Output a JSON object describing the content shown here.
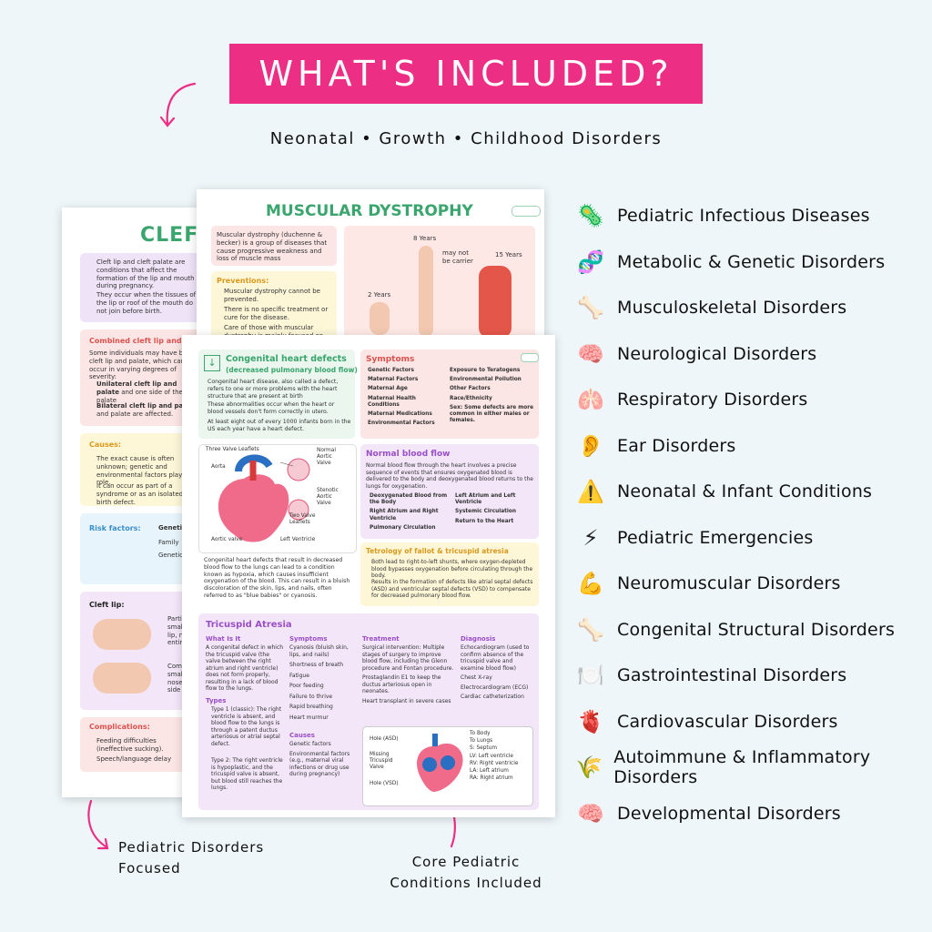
{
  "banner": {
    "title": "WHAT'S INCLUDED?"
  },
  "subtitle": "Neonatal • Growth • Childhood Disorders",
  "notes": {
    "left": "Pediatric Disorders Focused",
    "center": "Core Pediatric Conditions Included"
  },
  "categories": [
    {
      "icon": "bacteria-icon",
      "glyph": "🦠",
      "label": "Pediatric Infectious Diseases"
    },
    {
      "icon": "dna-icon",
      "glyph": "🧬",
      "label": "Metabolic & Genetic Disorders"
    },
    {
      "icon": "bone-icon",
      "glyph": "🦴",
      "label": "Musculoskeletal Disorders"
    },
    {
      "icon": "brain-icon",
      "glyph": "🧠",
      "label": "Neurological Disorders"
    },
    {
      "icon": "lungs-icon",
      "glyph": "🫁",
      "label": "Respiratory Disorders"
    },
    {
      "icon": "ear-icon",
      "glyph": "👂",
      "label": "Ear Disorders"
    },
    {
      "icon": "warning-icon",
      "glyph": "⚠️",
      "label": "Neonatal & Infant Conditions"
    },
    {
      "icon": "lightning-icon",
      "glyph": "⚡",
      "label": "Pediatric Emergencies"
    },
    {
      "icon": "muscle-icon",
      "glyph": "💪",
      "label": "Neuromuscular Disorders"
    },
    {
      "icon": "bone-icon",
      "glyph": "🦴",
      "label": "Congenital Structural Disorders"
    },
    {
      "icon": "plate-icon",
      "glyph": "🍽️",
      "label": "Gastrointestinal Disorders"
    },
    {
      "icon": "heart-icon",
      "glyph": "🫀",
      "label": "Cardiovascular Disorders"
    },
    {
      "icon": "wheat-icon",
      "glyph": "🌾",
      "label": "Autoimmune & Inflammatory Disorders"
    },
    {
      "icon": "brain-icon",
      "glyph": "🧠",
      "label": "Developmental Disorders"
    }
  ],
  "sheet_cleft": {
    "title": "CLEFT",
    "p1": "Cleft lip and cleft palate are conditions that affect the formation of the lip and mouth during pregnancy.",
    "p2": "They occur when the tissues of the lip or roof of the mouth do not join before birth.",
    "combined_heading": "Combined cleft lip and",
    "combined_text": "Some individuals may have both cleft lip and palate, which can occur in varying degrees of severity:",
    "uni": "Unilateral cleft lip and palate",
    "uni_rest": "and one side of the palate",
    "bi": "Bilateral cleft lip and palate",
    "bi_rest": "and palate are affected.",
    "causes_heading": "Causes:",
    "causes_1": "The exact cause is often unknown; genetic and environmental factors play a role.",
    "causes_2": "It can occur as part of a syndrome or as an isolated birth defect.",
    "risk_heading": "Risk factors:",
    "risk_sub": "Genetic",
    "risk_1": "Family",
    "risk_2": "Genetic",
    "cleft_lip_heading": "Cleft lip:",
    "cleft_lip_1": "Partial small lip, n entire",
    "cleft_lip_2": "Complete small nose side",
    "complications_heading": "Complications:",
    "comp_1": "Feeding difficulties (ineffective sucking).",
    "comp_2": "Speech/language delay"
  },
  "sheet_md": {
    "title": "MUSCULAR DYSTROPHY",
    "intro": "Muscular dystrophy (duchenne & becker) is a group of diseases that cause progressive weakness and loss of muscle mass",
    "prev_heading": "Preventions:",
    "prev_1": "Muscular dystrophy cannot be prevented.",
    "prev_2": "There is no specific treatment or cure for the disease.",
    "prev_3": "Care of those with muscular dystrophy is mainly focused on preventing the",
    "age_1": "2 Years",
    "age_2": "8 Years",
    "age_3": "15 Years",
    "note_1": "may not be carrier"
  },
  "sheet_heart": {
    "chd_title": "Congenital heart defects",
    "chd_sub": "(decreased pulmonary blood flow)",
    "chd_1": "Congenital heart disease, also called a defect, refers to one or more problems with the heart structure that are present at birth",
    "chd_2": "These abnormalities occur when the heart or blood vessels don't form correctly in utero.",
    "chd_3": "At least eight out of every 1000 infants born in the US each year have a heart defect.",
    "sym_heading": "Symptoms",
    "sym_left": [
      "Genetic Factors",
      "Maternal Factors",
      "Maternal Age",
      "Maternal Health Conditions",
      "Maternal Medications",
      "Environmental Factors"
    ],
    "sym_right": [
      "Exposure to Teratogens",
      "Environmental Pollution",
      "Other Factors",
      "Race/Ethnicity",
      "Sex: Some defects are more common in either males or females."
    ],
    "diag_labels": [
      "Three Valve Leaflets",
      "Normal Aortic Valve",
      "Aorta",
      "Stenotic Aortic Valve",
      "Two Valve Leaflets",
      "Aortic valve",
      "Left Ventricle"
    ],
    "hypoxia_text": "Congenital heart defects that result in decreased blood flow to the lungs can lead to a condition known as hypoxia, which causes insufficient oxygenation of the blood. This can result in a bluish discoloration of the skin, lips, and nails, often referred to as \"blue babies\" or cyanosis.",
    "nbf_heading": "Normal blood flow",
    "nbf_text": "Normal blood flow through the heart involves a precise sequence of events that ensures oxygenated blood is delivered to the body and deoxygenated blood returns to the lungs for oxygenation.",
    "nbf_left": [
      "Deoxygenated Blood from the Body",
      "Right Atrium and Right Ventricle",
      "Pulmonary Circulation"
    ],
    "nbf_right": [
      "Left Atrium and Left Ventricle",
      "Systemic Circulation",
      "Return to the Heart"
    ],
    "tof_heading": "Tetrology of fallot & tricuspid atresia",
    "tof_1": "Both lead to right-to-left shunts, where oxygen-depleted blood bypasses oxygenation before circulating through the body.",
    "tof_2": "Results in the formation of defects like atrial septal defects (ASD) and ventricular septal defects (VSD) to compensate for decreased pulmonary blood flow.",
    "ta_heading": "Tricuspid Atresia",
    "what_heading": "What Is It",
    "what_text": "A congenital defect in which the tricuspid valve (the valve between the right atrium and right ventricle) does not form properly, resulting in a lack of blood flow to the lungs.",
    "types_heading": "Types",
    "type1": "Type 1 (classic): The right ventricle is absent, and blood flow to the lungs is through a patent ductus arteriosus or atrial septal defect.",
    "type2": "Type 2: The right ventricle is hypoplastic, and the tricuspid valve is absent, but blood still reaches the lungs.",
    "symp_heading": "Symptoms",
    "symp": [
      "Cyanosis (bluish skin, lips, and nails)",
      "Shortness of breath",
      "Fatigue",
      "Poor feeding",
      "Failure to thrive",
      "Rapid breathing",
      "Heart murmur"
    ],
    "causes_heading": "Causes",
    "causes": [
      "Genetic factors",
      "Environmental factors (e.g., maternal viral infections or drug use during pregnancy)"
    ],
    "treat_heading": "Treatment",
    "treat": [
      "Surgical intervention: Multiple stages of surgery to improve blood flow, including the Glenn procedure and Fontan procedure.",
      "Prostaglandin E1 to keep the ductus arteriosus open in neonates.",
      "Heart transplant in severe cases"
    ],
    "diag_heading": "Diagnosis",
    "diag": [
      "Echocardiogram (used to confirm absence of the tricuspid valve and examine blood flow)",
      "Chest X-ray",
      "Electrocardiogram (ECG)",
      "Cardiac catheterization"
    ],
    "ta_labels": [
      "Hole (ASD)",
      "Missing Tricuspid Valve",
      "Hole (VSD)",
      "To Body",
      "To Lungs",
      "S: Septum",
      "LV: Left ventricle",
      "RV: Right ventricle",
      "LA: Left atrium",
      "RA: Right atrium"
    ]
  }
}
